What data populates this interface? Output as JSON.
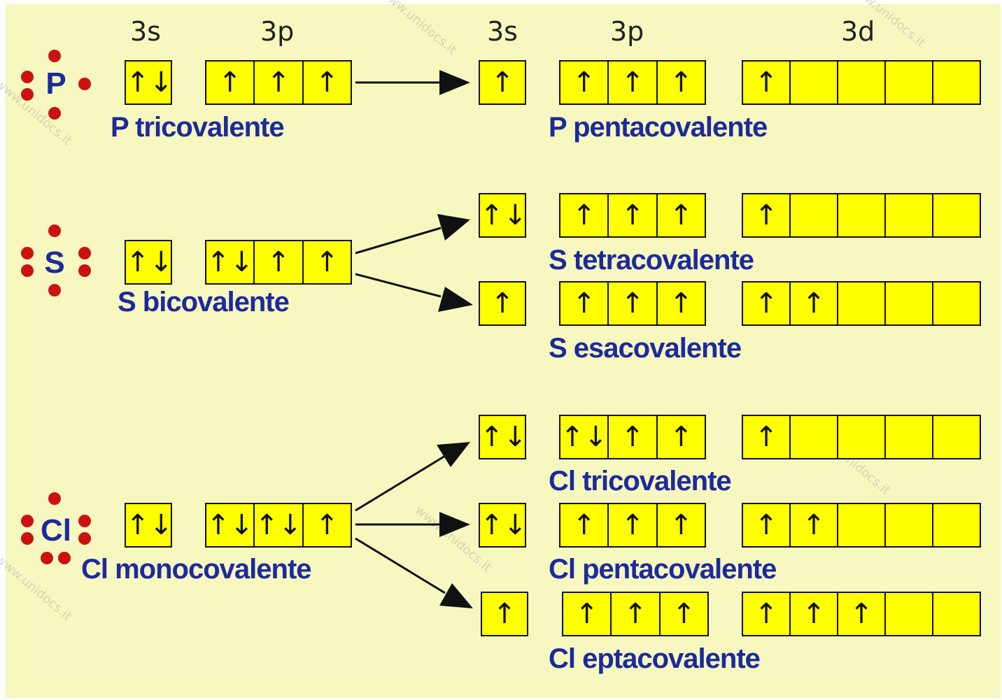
{
  "headers": {
    "s_left": "3s",
    "p_left": "3p",
    "s_right": "3s",
    "p_right": "3p",
    "d_right": "3d"
  },
  "symbols": {
    "p": "P",
    "s": "S",
    "cl": "Cl"
  },
  "watermark": "www.unidocs.it",
  "ground_states": {
    "p": {
      "s": [
        "↑↓"
      ],
      "p": [
        "↑",
        "↑",
        "↑"
      ],
      "label": "P tricovalente"
    },
    "s": {
      "s": [
        "↑↓"
      ],
      "p": [
        "↑↓",
        "↑",
        "↑"
      ],
      "label": "S bicovalente"
    },
    "cl": {
      "s": [
        "↑↓"
      ],
      "p": [
        "↑↓",
        "↑↓",
        "↑"
      ],
      "label": "Cl monocovalente"
    }
  },
  "excited_states": [
    {
      "s": [
        "↑"
      ],
      "p": [
        "↑",
        "↑",
        "↑"
      ],
      "d": [
        "↑",
        "",
        "",
        "",
        ""
      ],
      "label": "P pentacovalente"
    },
    {
      "s": [
        "↑↓"
      ],
      "p": [
        "↑",
        "↑",
        "↑"
      ],
      "d": [
        "↑",
        "",
        "",
        "",
        ""
      ],
      "label": "S tetracovalente"
    },
    {
      "s": [
        "↑"
      ],
      "p": [
        "↑",
        "↑",
        "↑"
      ],
      "d": [
        "↑",
        "↑",
        "",
        "",
        ""
      ],
      "label": "S esacovalente"
    },
    {
      "s": [
        "↑↓"
      ],
      "p": [
        "↑↓",
        "↑",
        "↑"
      ],
      "d": [
        "↑",
        "",
        "",
        "",
        ""
      ],
      "label": "Cl tricovalente"
    },
    {
      "s": [
        "↑↓"
      ],
      "p": [
        "↑",
        "↑",
        "↑"
      ],
      "d": [
        "↑",
        "↑",
        "",
        "",
        ""
      ],
      "label": "Cl pentacovalente"
    },
    {
      "s": [
        "↑"
      ],
      "p": [
        "↑",
        "↑",
        "↑"
      ],
      "d": [
        "↑",
        "↑",
        "↑",
        "",
        ""
      ],
      "label": "Cl eptacovalente"
    }
  ],
  "colors": {
    "background": "#f7f7c0",
    "box": "#ffff00",
    "label": "#1c2a9c",
    "dot": "#cc1111"
  }
}
